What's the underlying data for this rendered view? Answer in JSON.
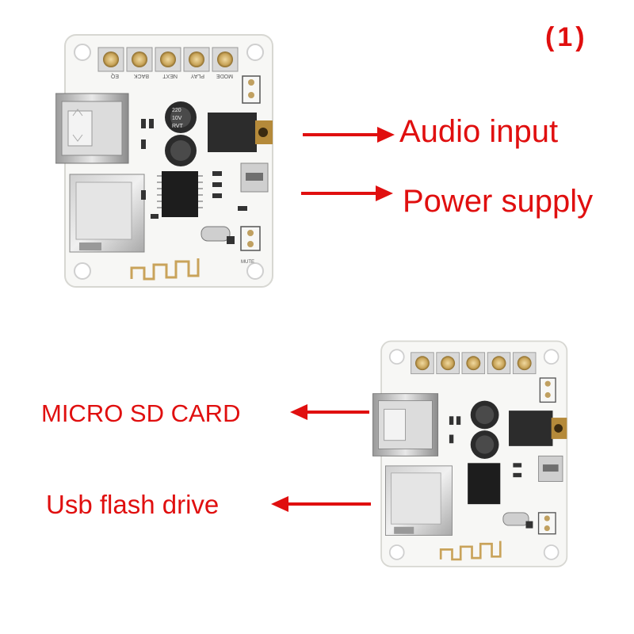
{
  "page": {
    "figure_number": "(1)",
    "accent_color": "#e00f0f",
    "background": "#ffffff"
  },
  "callouts": {
    "audio_input": "Audio input",
    "power_supply": "Power supply",
    "micro_sd_card": "MICRO SD CARD",
    "usb_flash_drive": "Usb flash drive"
  },
  "board": {
    "button_labels": [
      "EQ",
      "BACK",
      "NEXT",
      "PLAY",
      "MODE"
    ],
    "cap_values": [
      "220",
      "10V",
      "RVT"
    ],
    "mute_label": "MUTE",
    "icons": [
      "usb-port-icon",
      "micro-sd-slot-icon",
      "audio-jack-icon",
      "micro-usb-port-icon",
      "bluetooth-antenna-icon"
    ]
  }
}
